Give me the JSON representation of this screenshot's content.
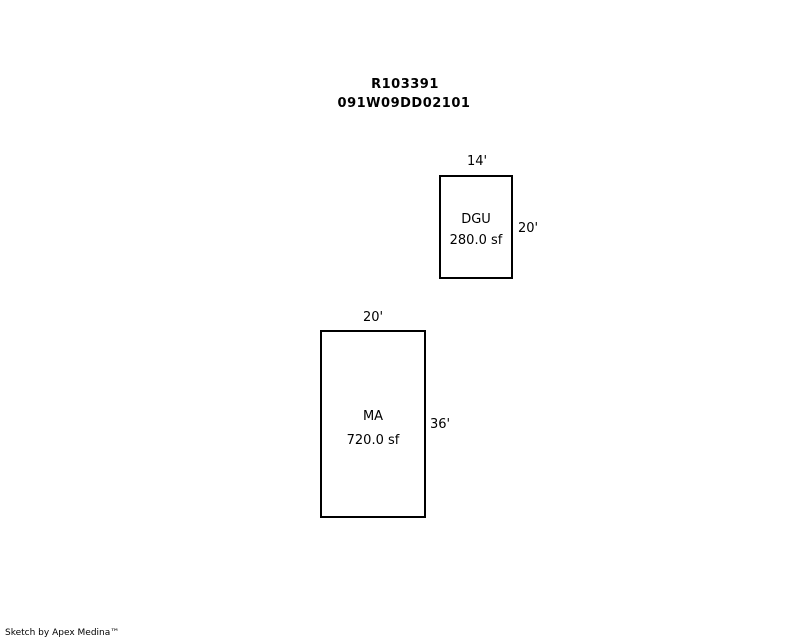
{
  "header": {
    "line1": "R103391",
    "line2": "091W09DD02101"
  },
  "areas": [
    {
      "code": "DGU",
      "area": "280.0 sf",
      "width": "14'",
      "depth": "20'"
    },
    {
      "code": "MA",
      "area": "720.0 sf",
      "width": "20'",
      "depth": "36'"
    }
  ],
  "footer": "Sketch by Apex Medina™"
}
